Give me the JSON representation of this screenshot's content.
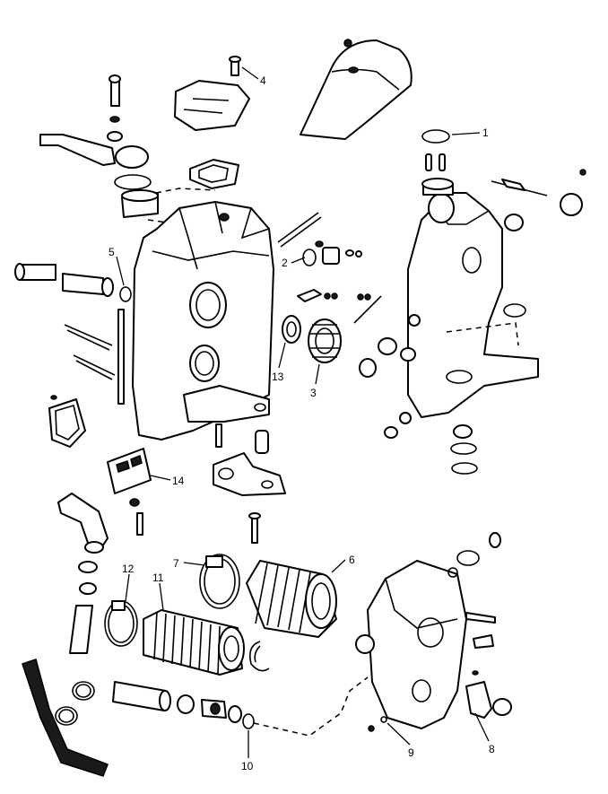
{
  "diagram": {
    "callouts": [
      {
        "id": "c1",
        "text": "1"
      },
      {
        "id": "c2",
        "text": "2"
      },
      {
        "id": "c3",
        "text": "3"
      },
      {
        "id": "c4",
        "text": "4"
      },
      {
        "id": "c5",
        "text": "5"
      },
      {
        "id": "c6",
        "text": "6"
      },
      {
        "id": "c7",
        "text": "7"
      },
      {
        "id": "c8",
        "text": "8"
      },
      {
        "id": "c9",
        "text": "9"
      },
      {
        "id": "c10",
        "text": "10"
      },
      {
        "id": "c11",
        "text": "11"
      },
      {
        "id": "c12",
        "text": "12"
      },
      {
        "id": "c13",
        "text": "13"
      },
      {
        "id": "c14",
        "text": "14"
      }
    ]
  },
  "colors": {
    "line": "#000000",
    "background": "#ffffff",
    "hose": "#1a1a1a"
  }
}
